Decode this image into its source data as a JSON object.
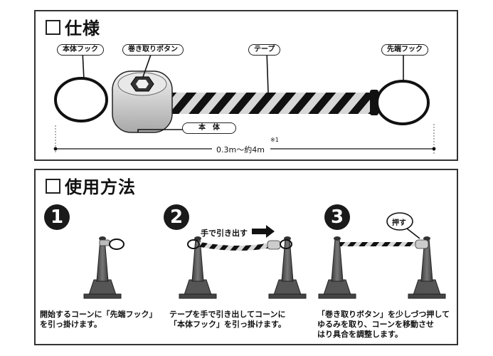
{
  "spec": {
    "heading": "仕様",
    "labels": {
      "main_hook": "本体フック",
      "wind_button": "巻き取りボタン",
      "tape": "テープ",
      "tip_hook": "先端フック",
      "body": "本　体"
    },
    "length_range": "0.3m〜約4m",
    "note_mark": "※1"
  },
  "usage": {
    "heading": "使用方法",
    "steps": [
      {
        "number": "1",
        "text_line1": "開始するコーンに「先端フック」",
        "text_line2": "を引っ掛けます。"
      },
      {
        "number": "2",
        "tag": "手で引き出す",
        "text_line1": "テープを手で引き出してコーンに",
        "text_line2": "「本体フック」を引っ掛けます。"
      },
      {
        "number": "3",
        "tag": "押す",
        "text_line1": "「巻き取りボタン」を少しづつ押して",
        "text_line2": "ゆるみを取り、コーンを移動させ",
        "text_line3": "はり具合を調整します。"
      }
    ]
  },
  "colors": {
    "cone": "#555555",
    "stripe_dark": "#111111",
    "stripe_light": "#d8d8d8"
  }
}
